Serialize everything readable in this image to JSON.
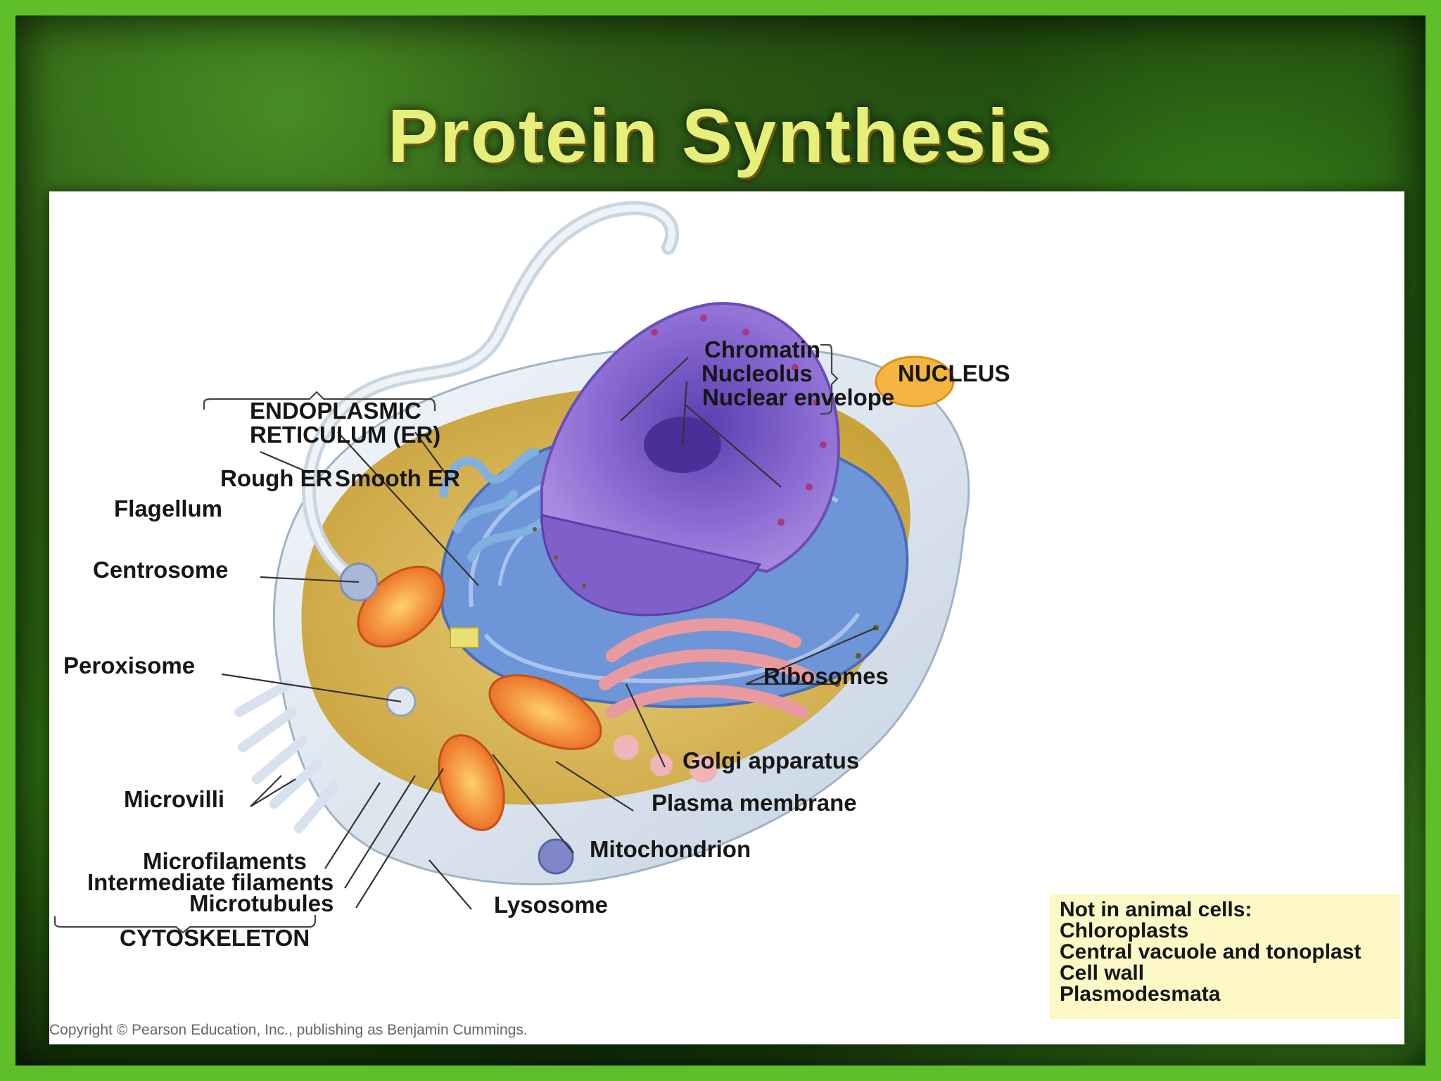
{
  "slide": {
    "title": "Protein Synthesis",
    "copyright": "Copyright © Pearson Education, Inc., publishing as Benjamin Cummings.",
    "colors": {
      "background": "#0b2406",
      "title": "#e6ef7a",
      "panel": "#ffffff",
      "note_box": "#fdf8c6"
    }
  },
  "diagram": {
    "labels": {
      "er_header_line1": "ENDOPLASMIC",
      "er_header_line2": "RETICULUM (ER)",
      "rough_er": "Rough ER",
      "smooth_er": "Smooth ER",
      "flagellum": "Flagellum",
      "centrosome": "Centrosome",
      "peroxisome": "Peroxisome",
      "microvilli": "Microvilli",
      "microfilaments": "Microfilaments",
      "intermediate_filaments": "Intermediate filaments",
      "microtubules": "Microtubules",
      "cytoskeleton": "CYTOSKELETON",
      "chromatin": "Chromatin",
      "nucleolus": "Nucleolus",
      "nuclear_envelope": "Nuclear envelope",
      "nucleus": "NUCLEUS",
      "ribosomes": "Ribosomes",
      "golgi_apparatus": "Golgi apparatus",
      "plasma_membrane": "Plasma membrane",
      "mitochondrion": "Mitochondrion",
      "lysosome": "Lysosome"
    },
    "note": {
      "heading": "Not in animal cells:",
      "items": [
        "Chloroplasts",
        "Central vacuole and tonoplast",
        "Cell wall",
        "Plasmodesmata"
      ]
    }
  }
}
